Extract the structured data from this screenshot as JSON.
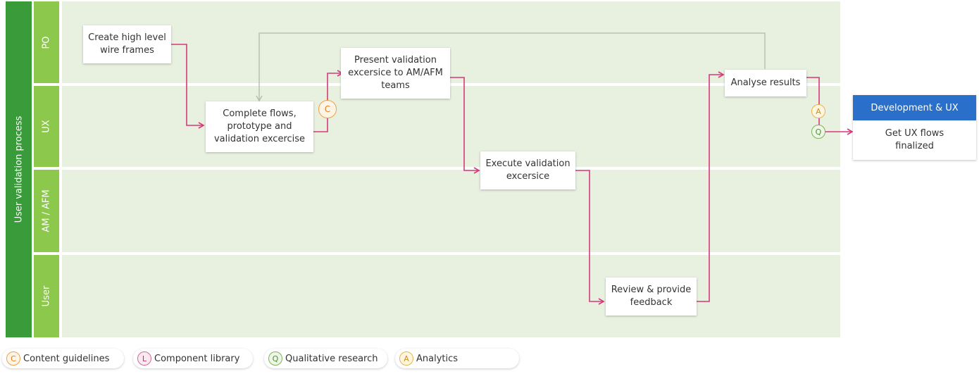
{
  "process": {
    "label": "User validation process"
  },
  "lanes": [
    {
      "label": "PO"
    },
    {
      "label": "UX"
    },
    {
      "label": "AM / AFM"
    },
    {
      "label": "User"
    }
  ],
  "steps": {
    "create_wireframes": "Create high level\nwire frames",
    "complete_flows": "Complete flows,\nprototype and\nvalidation excercise",
    "present_validation": "Present validation\nexcersice  to AM/AFM\nteams",
    "execute_validation": "Execute validation\nexcersice",
    "review_feedback": "Review & provide\nfeedback",
    "analyse_results": "Analyse results"
  },
  "outcome": {
    "header": "Development & UX",
    "body": "Get UX flows\nfinalized"
  },
  "badges": {
    "content": "C",
    "analytics": "A",
    "qualitative": "Q"
  },
  "legend": [
    {
      "letter": "C",
      "label": "Content guidelines"
    },
    {
      "letter": "L",
      "label": "Component library"
    },
    {
      "letter": "Q",
      "label": "Qualitative research"
    },
    {
      "letter": "A",
      "label": "Analytics"
    }
  ],
  "colors": {
    "process_bar": "#3a9b3a",
    "lane_label": "#8cc84b",
    "lane_background": "#e8f0df",
    "connector": "#d6397c",
    "feedback_connector": "#b9c2b2",
    "outcome_header": "#2a6fc9"
  }
}
